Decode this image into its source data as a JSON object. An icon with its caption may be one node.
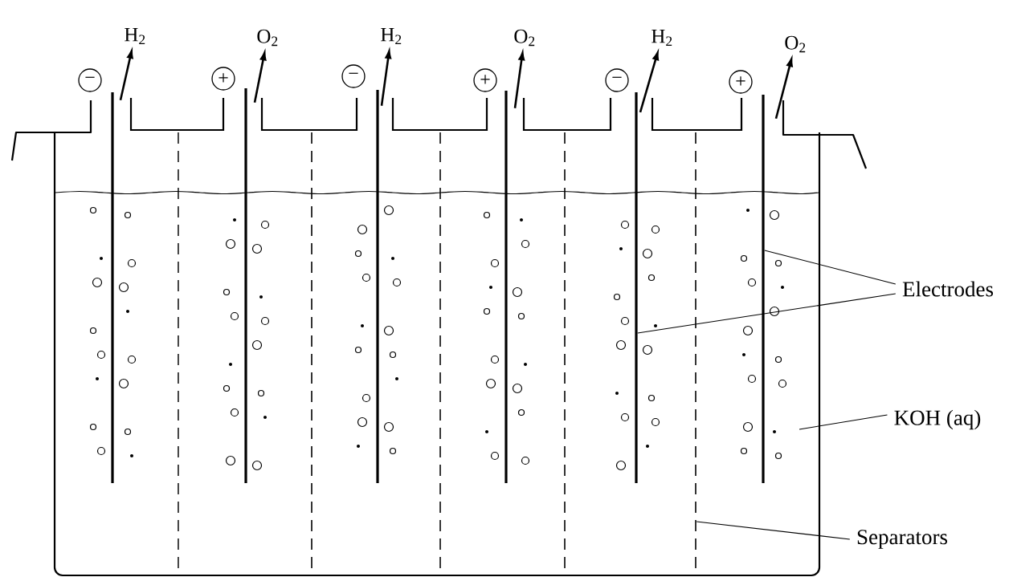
{
  "diagram": {
    "nodes": [
      {
        "text": [
          "−"
        ]
      },
      {
        "text": [
          "H$_{2}$"
        ]
      },
      {
        "text": [
          "+"
        ]
      },
      {
        "text": [
          "O$_{2}$"
        ]
      },
      {
        "text": [
          "−"
        ]
      },
      {
        "text": [
          "H$_{2}$"
        ]
      },
      {
        "text": [
          "+"
        ]
      },
      {
        "text": [
          "O$_{2}$"
        ]
      },
      {
        "text": [
          "−"
        ]
      },
      {
        "text": [
          "H$_{2}$"
        ]
      },
      {
        "text": [
          "+"
        ]
      },
      {
        "text": [
          "O$_{2}$"
        ]
      },
      {
        "text": [],
        "shape": "bar"
      },
      {
        "text": [],
        "shape": "bar"
      },
      {
        "text": [],
        "shape": "bar"
      },
      {
        "text": [],
        "shape": "bar"
      },
      {
        "text": [],
        "shape": "bar"
      },
      {
        "text": [],
        "shape": "bar"
      },
      {
        "text": [],
        "shape": "line"
      },
      {
        "text": [],
        "shape": "line"
      },
      {
        "text": [],
        "shape": "line"
      },
      {
        "text": [],
        "shape": "line"
      },
      {
        "text": [],
        "shape": "line"
      },
      {
        "text": [
          "Electrodes"
        ]
      },
      {
        "text": [
          "KOH (aq)"
        ]
      },
      {
        "text": [
          "Separators"
        ]
      }
    ],
    "edges": [
      {
        "from": 12,
        "to": 1,
        "arrow": "to"
      },
      {
        "from": 13,
        "to": 3,
        "arrow": "to"
      },
      {
        "from": 14,
        "to": 5,
        "arrow": "to"
      },
      {
        "from": 15,
        "to": 7,
        "arrow": "to"
      },
      {
        "from": 16,
        "to": 9,
        "arrow": "to"
      },
      {
        "from": 17,
        "to": 11,
        "arrow": "to"
      },
      {
        "from": 23,
        "to": 17,
        "arrow": "none"
      },
      {
        "from": 23,
        "to": 16,
        "arrow": "none"
      },
      {
        "from": 24,
        "to": null,
        "arrow": "none"
      },
      {
        "from": 25,
        "to": 22,
        "arrow": "none"
      }
    ]
  }
}
